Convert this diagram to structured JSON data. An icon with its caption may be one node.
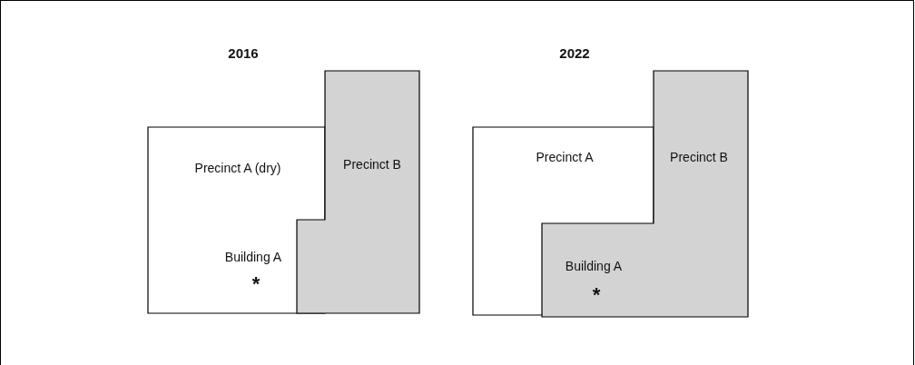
{
  "diagram": {
    "nodes": [
      {
        "text": [
          "Precinct A (dry)"
        ]
      },
      {
        "text": [
          "Precinct B"
        ]
      },
      {
        "text": [
          "Precinct A"
        ]
      },
      {
        "text": [
          "Precinct B"
        ]
      }
    ],
    "labels": [
      "2016",
      "2022",
      "Building A",
      "*",
      "Building A",
      "*"
    ]
  }
}
